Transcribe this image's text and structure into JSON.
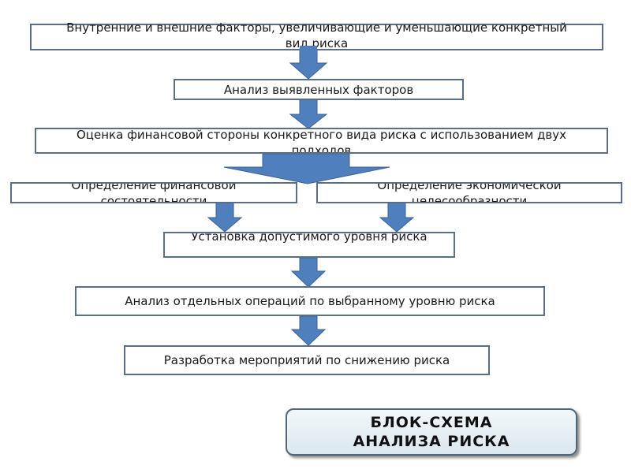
{
  "colors": {
    "arrow_fill": "#4f7fbd",
    "arrow_stroke": "#3b6296",
    "box_border": "#5a6e88",
    "title_box_border": "#506577"
  },
  "steps": [
    {
      "id": "step1",
      "text": "Внутренние и внешние факторы, увеличивающие и уменьшающие конкретный вид риска"
    },
    {
      "id": "step2",
      "text": "Анализ выявленных факторов"
    },
    {
      "id": "step3",
      "text": "Оценка финансовой стороны конкретного вида риска с использованием двух подходов"
    },
    {
      "id": "step4a",
      "text": "Определение финансовой состоятельности"
    },
    {
      "id": "step4b",
      "text": "Определение экономической целесообразности"
    },
    {
      "id": "step5",
      "text": "Установка допустимого уровня риска"
    },
    {
      "id": "step6",
      "text": "Анализ отдельных операций по выбранному уровню риска"
    },
    {
      "id": "step7",
      "text": "Разработка мероприятий по снижению риска"
    }
  ],
  "title": "БЛОК-СХЕМА АНАЛИЗА РИСКА"
}
